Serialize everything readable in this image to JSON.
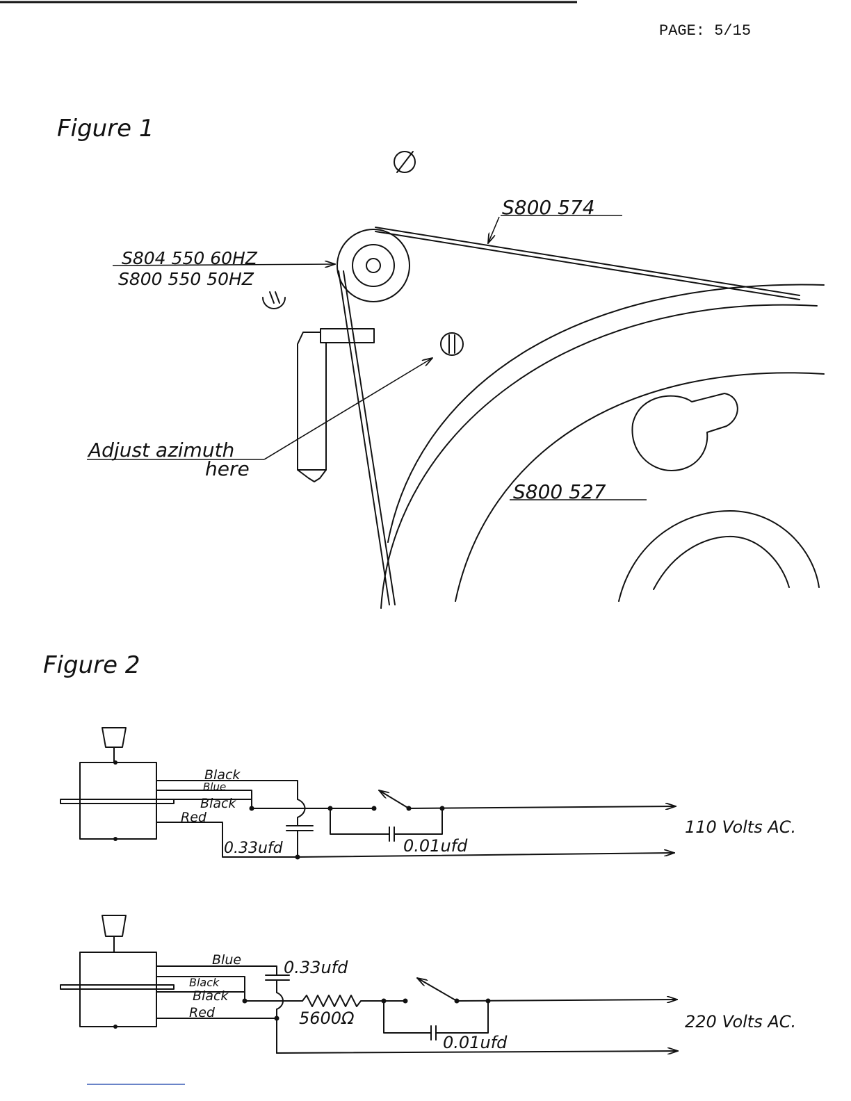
{
  "page": {
    "label": "PAGE: 5/15"
  },
  "figure1": {
    "title": "Figure 1",
    "belt_label": "S800 574",
    "pulley_label_60": "S804 550 60HZ",
    "pulley_label_50": "S800 550 50HZ",
    "adjust_label_1": "Adjust azimuth",
    "adjust_label_2": "here",
    "flywheel_label": "S800 527"
  },
  "figure2": {
    "title": "Figure 2",
    "circuit_110": {
      "wire_1": "Black",
      "wire_2": "Blue",
      "wire_3": "Black",
      "wire_4": "Red",
      "cap_1": "0.33ufd",
      "cap_2": "0.01ufd",
      "supply": "110 Volts AC."
    },
    "circuit_220": {
      "wire_1": "Blue",
      "wire_2": "Black",
      "wire_3": "Black",
      "wire_4": "Red",
      "cap_1": "0.33ufd",
      "resistor": "5600Ω",
      "cap_2": "0.01ufd",
      "supply": "220 Volts AC."
    }
  }
}
